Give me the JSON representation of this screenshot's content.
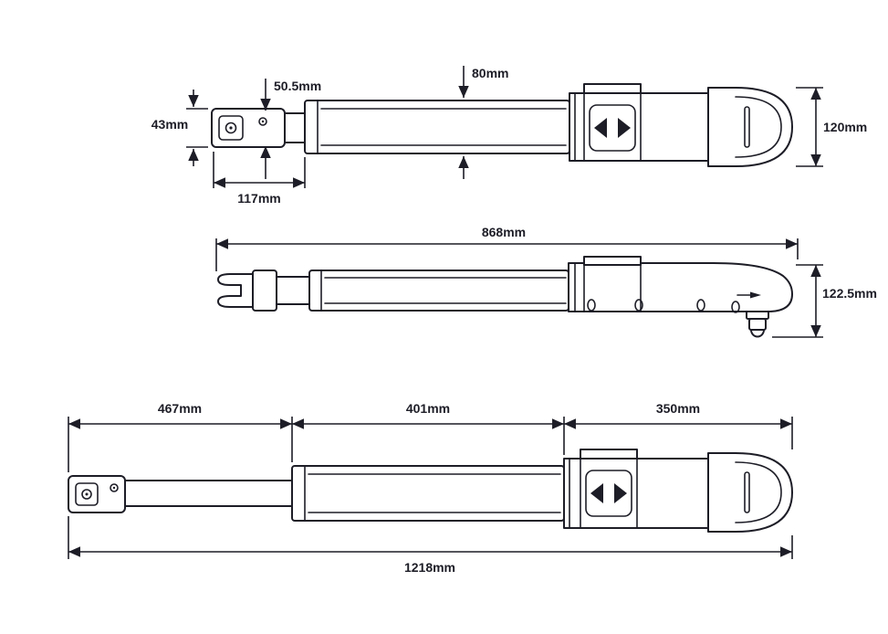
{
  "dims": {
    "v1": {
      "front_height": "43mm",
      "rod_height": "50.5mm",
      "tube_height": "80mm",
      "rear_height": "120mm",
      "front_length": "117mm"
    },
    "v2": {
      "length": "868mm",
      "rear_height": "122.5mm"
    },
    "v3": {
      "front_length": "467mm",
      "mid_length": "401mm",
      "rear_length": "350mm",
      "total_length": "1218mm"
    }
  },
  "colors": {
    "ink": "#1d1d27",
    "background": "#ffffff"
  }
}
